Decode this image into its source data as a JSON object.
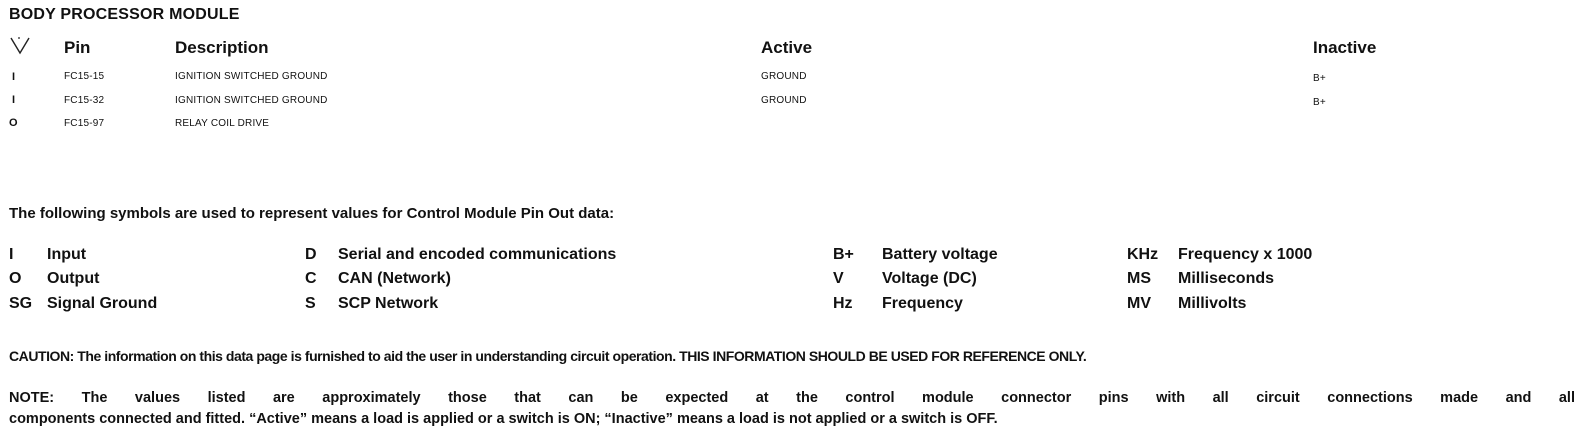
{
  "title": "BODY PROCESSOR MODULE",
  "table": {
    "dir_header_icon": "triangle-down-icon",
    "headers": {
      "pin": "Pin",
      "description": "Description",
      "active": "Active",
      "inactive": "Inactive"
    },
    "rows": [
      {
        "dir": "I",
        "pin": "FC15-15",
        "description": "IGNITION SWITCHED GROUND",
        "active": "GROUND",
        "inactive": "B+"
      },
      {
        "dir": "I",
        "pin": "FC15-32",
        "description": "IGNITION SWITCHED GROUND",
        "active": "GROUND",
        "inactive": "B+"
      },
      {
        "dir": "O",
        "pin": "FC15-97",
        "description": "RELAY COIL DRIVE",
        "active": "",
        "inactive": ""
      }
    ]
  },
  "legend": {
    "intro": "The following symbols are used to represent values for Control Module Pin Out data:",
    "columns": [
      [
        {
          "sym": "I",
          "label": "Input"
        },
        {
          "sym": "O",
          "label": "Output"
        },
        {
          "sym": "SG",
          "label": "Signal Ground"
        }
      ],
      [
        {
          "sym": "D",
          "label": "Serial and encoded communications"
        },
        {
          "sym": "C",
          "label": "CAN (Network)"
        },
        {
          "sym": "S",
          "label": "SCP Network"
        }
      ],
      [
        {
          "sym": "B+",
          "label": "Battery voltage"
        },
        {
          "sym": "V",
          "label": "Voltage (DC)"
        },
        {
          "sym": "Hz",
          "label": "Frequency"
        }
      ],
      [
        {
          "sym": "KHz",
          "label": "Frequency x 1000"
        },
        {
          "sym": "MS",
          "label": "Milliseconds"
        },
        {
          "sym": "MV",
          "label": "Millivolts"
        }
      ]
    ]
  },
  "caution": "CAUTION: The information on this data page is furnished to aid the user in understanding circuit operation. THIS INFORMATION SHOULD BE USED FOR REFERENCE ONLY.",
  "note": {
    "line1": "NOTE: The values listed are approximately those that can be expected at the control module connector pins with all circuit connections made and all",
    "line2": "components connected and fitted.  “Active” means a load is applied or a switch is ON; “Inactive” means a load is not applied or a switch is OFF."
  }
}
